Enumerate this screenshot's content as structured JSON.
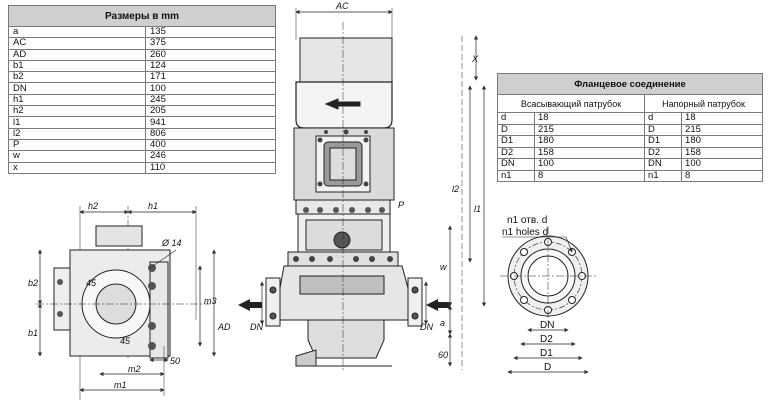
{
  "dimensions": {
    "title": "Размеры в mm",
    "rows": [
      {
        "key": "a",
        "value": "135"
      },
      {
        "key": "AC",
        "value": "375"
      },
      {
        "key": "AD",
        "value": "260"
      },
      {
        "key": "b1",
        "value": "124"
      },
      {
        "key": "b2",
        "value": "171"
      },
      {
        "key": "DN",
        "value": "100"
      },
      {
        "key": "h1",
        "value": "245"
      },
      {
        "key": "h2",
        "value": "205"
      },
      {
        "key": "l1",
        "value": "941"
      },
      {
        "key": "l2",
        "value": "806"
      },
      {
        "key": "P",
        "value": "400"
      },
      {
        "key": "w",
        "value": "246"
      },
      {
        "key": "x",
        "value": "110"
      }
    ]
  },
  "flange": {
    "title": "Фланцевое соединение",
    "suction_header": "Всасывающий патрубок",
    "discharge_header": "Напорный патрубок",
    "rows": [
      {
        "k1": "d",
        "v1": "18",
        "k2": "d",
        "v2": "18"
      },
      {
        "k1": "D",
        "v1": "215",
        "k2": "D",
        "v2": "215"
      },
      {
        "k1": "D1",
        "v1": "180",
        "k2": "D1",
        "v2": "180"
      },
      {
        "k1": "D2",
        "v1": "158",
        "k2": "D2",
        "v2": "158"
      },
      {
        "k1": "DN",
        "v1": "100",
        "k2": "DN",
        "v2": "100"
      },
      {
        "k1": "n1",
        "v1": "8",
        "k2": "n1",
        "v2": "8"
      }
    ]
  },
  "drawing_labels": {
    "ac": "AC",
    "x": "X",
    "l2": "l2",
    "l1": "l1",
    "p": "P",
    "w": "w",
    "a": "a",
    "dn_left": "DN",
    "dn_right": "DN",
    "sixty": "60",
    "h2": "h2",
    "h1": "h1",
    "dia14": "Ø 14",
    "b2": "b2",
    "b1": "b1",
    "m3": "m3",
    "ad": "AD",
    "deg45a": "45",
    "deg45b": "45",
    "fifty": "50",
    "m2": "m2",
    "m1": "m1",
    "n1_ru": "n1 отв. d",
    "n1_en": "n1 holes d",
    "fl_dn": "DN",
    "fl_d2": "D2",
    "fl_d1": "D1",
    "fl_d": "D"
  }
}
